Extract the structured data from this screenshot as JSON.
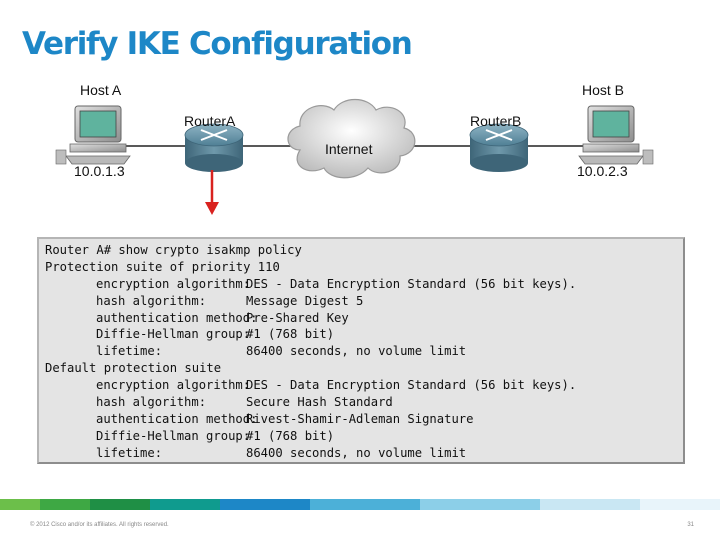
{
  "slide": {
    "title": "Verify IKE Configuration"
  },
  "diagram": {
    "host_a": "Host A",
    "host_b": "Host B",
    "router_a": "RouterA",
    "router_b": "RouterB",
    "internet": "Internet",
    "ip_a": "10.0.1.3",
    "ip_b": "10.0.2.3",
    "colors": {
      "arrow": "#d9221f",
      "router": "#4f7f95",
      "cloud": "#cfcfcf",
      "monitor_screen": "#5fb39e"
    }
  },
  "terminal": {
    "command_prompt": "Router A# ",
    "command": "show crypto isakmp policy",
    "lines": [
      {
        "label": "Protection suite of priority 110",
        "value": "",
        "root": true
      },
      {
        "label": "encryption algorithm:",
        "value": "DES - Data Encryption Standard (56 bit keys)."
      },
      {
        "label": "hash algorithm:",
        "value": "Message Digest 5"
      },
      {
        "label": "authentication method:",
        "value": "Pre-Shared Key"
      },
      {
        "label": "Diffie-Hellman group:",
        "value": "#1 (768 bit)"
      },
      {
        "label": "lifetime:",
        "value": "86400 seconds, no volume limit"
      },
      {
        "label": "Default protection suite",
        "value": "",
        "root": true
      },
      {
        "label": "encryption algorithm:",
        "value": "DES - Data Encryption Standard (56 bit keys)."
      },
      {
        "label": "hash algorithm:",
        "value": "Secure Hash Standard"
      },
      {
        "label": "authentication method:",
        "value": "Rivest-Shamir-Adleman Signature"
      },
      {
        "label": "Diffie-Hellman group:",
        "value": "#1 (768 bit)"
      },
      {
        "label": "lifetime:",
        "value": "86400 seconds, no volume limit"
      }
    ]
  },
  "footer": {
    "copyright": "© 2012 Cisco and/or its affiliates. All rights reserved.",
    "page_number": "31",
    "bar_colors": [
      "#6cbf4a",
      "#3ea844",
      "#1f8f45",
      "#0f9b8e",
      "#1d87c7",
      "#4cb0d8",
      "#8ccfe8",
      "#c9e7f3",
      "#e8f4fa"
    ]
  }
}
